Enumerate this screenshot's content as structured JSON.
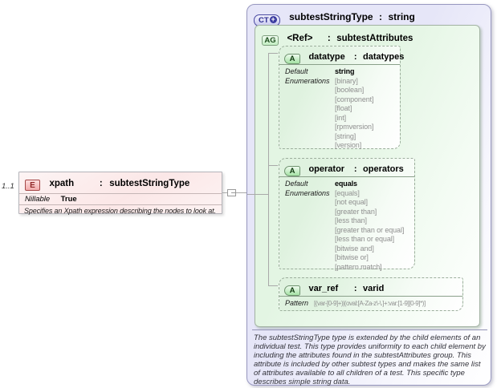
{
  "diagram": {
    "element": {
      "multiplicity": "1..1",
      "badge": "E",
      "name": "xpath",
      "colon": ":",
      "type": "subtestStringType",
      "nillable_label": "Nillable",
      "nillable_value": "True",
      "description": "Specifies an Xpath expression describing the nodes to look at."
    },
    "complex_type": {
      "badge": "CT",
      "plus": "+",
      "name": "subtestStringType",
      "colon": ":",
      "type": "string",
      "attribute_group": {
        "badge": "AG",
        "name": "<Ref>",
        "colon": ":",
        "type": "subtestAttributes",
        "attributes": [
          {
            "badge": "A",
            "name": "datatype",
            "colon": ":",
            "type": "datatypes",
            "facets": [
              {
                "label": "Default",
                "value": "string",
                "strong": true
              },
              {
                "label": "Enumerations",
                "value": "[binary]"
              },
              {
                "label": "",
                "value": "[boolean]"
              },
              {
                "label": "",
                "value": "[component]"
              },
              {
                "label": "",
                "value": "[float]"
              },
              {
                "label": "",
                "value": "[int]"
              },
              {
                "label": "",
                "value": "[rpmversion]"
              },
              {
                "label": "",
                "value": "[string]"
              },
              {
                "label": "",
                "value": "[version]"
              }
            ]
          },
          {
            "badge": "A",
            "name": "operator",
            "colon": ":",
            "type": "operators",
            "facets": [
              {
                "label": "Default",
                "value": "equals",
                "strong": true
              },
              {
                "label": "Enumerations",
                "value": "[equals]"
              },
              {
                "label": "",
                "value": "[not equal]"
              },
              {
                "label": "",
                "value": "[greater than]"
              },
              {
                "label": "",
                "value": "[less than]"
              },
              {
                "label": "",
                "value": "[greater than or equal]"
              },
              {
                "label": "",
                "value": "[less than or equal]"
              },
              {
                "label": "",
                "value": "[bitwise and]"
              },
              {
                "label": "",
                "value": "[bitwise or]"
              },
              {
                "label": "",
                "value": "[pattern match]"
              }
            ]
          },
          {
            "badge": "A",
            "name": "var_ref",
            "colon": ":",
            "type": "varid",
            "facets": [
              {
                "label": "Pattern",
                "value": "[(var-[0-9]+)|(oval:[A-Za-z\\-\\.]+:var:[1-9][0-9]*)]"
              }
            ]
          }
        ]
      },
      "annotation": "The subtestStringType type is extended by the child elements of an individual test.  This type provides uniformity to each child element by including the attributes found in the subtestAttributes group.  This attribute is included by other subtest types and makes the same list of attributes available to all children of a test.  This specific type describes simple string data."
    },
    "colors": {
      "complex_type_fill": "#e6e6f8",
      "complex_type_border": "#9898c0",
      "group_fill": "#e3f5e3",
      "attribute_badge_fill": "#a4e2a4",
      "element_fill": "#fbe7e7",
      "element_badge_fill": "#f2abab",
      "muted_value_text": "#8f8f8f"
    }
  }
}
